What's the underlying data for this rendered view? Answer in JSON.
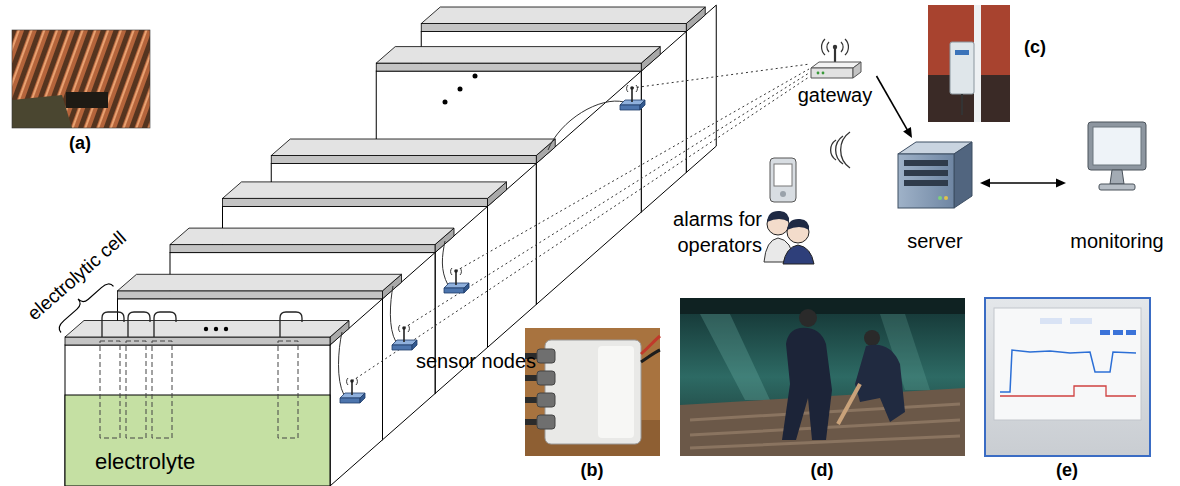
{
  "diagram": {
    "nodes": [
      {
        "text": [
          "electrolyte"
        ]
      },
      {
        "text": [
          "gateway"
        ]
      },
      {
        "text": [
          "server"
        ]
      },
      {
        "text": [
          "monitoring"
        ]
      }
    ],
    "edges": [
      {
        "from": 1,
        "to": 2,
        "arrow": "to"
      },
      {
        "from": 2,
        "to": 3,
        "arrow": "both"
      }
    ],
    "labels": [
      "(a)",
      "electrolytic cell",
      "sensor nodes",
      "(b)",
      "(c)",
      "alarms for operators",
      "(d)",
      "(e)"
    ]
  }
}
